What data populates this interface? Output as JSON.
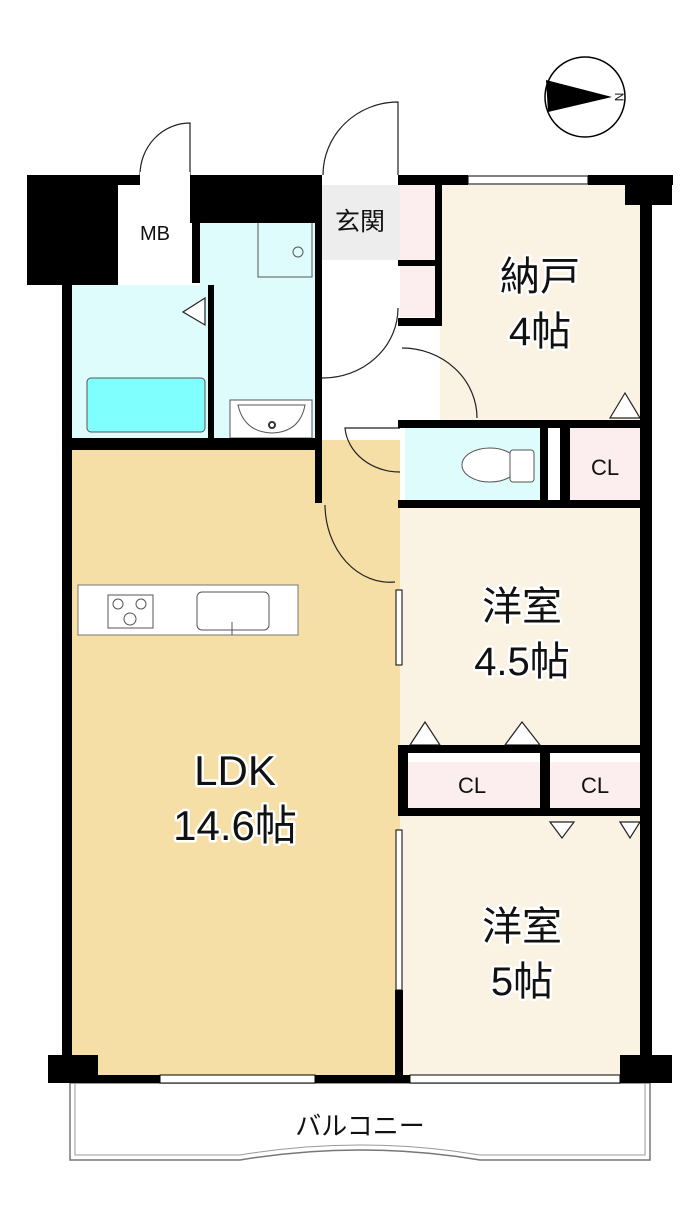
{
  "floorplan": {
    "compass": {
      "north_label": "N"
    },
    "rooms": {
      "mb": "MB",
      "entrance": "玄関",
      "storage_room": {
        "name": "納戸",
        "size": "4帖"
      },
      "closet_1": "CL",
      "western_room_1": {
        "name": "洋室",
        "size": "4.5帖"
      },
      "closet_2": "CL",
      "closet_3": "CL",
      "western_room_2": {
        "name": "洋室",
        "size": "5帖"
      },
      "ldk": {
        "name": "LDK",
        "size": "14.6帖"
      },
      "balcony": "バルコニー"
    },
    "colors": {
      "ldk": "#F5DFA6",
      "room": "#FAF3E3",
      "wet_area": "#DFFCFC",
      "bathtub": "#80FFFF",
      "closet": "#FCEEEE",
      "entrance_tile": "#EDEDED",
      "wall": "#000000"
    }
  }
}
